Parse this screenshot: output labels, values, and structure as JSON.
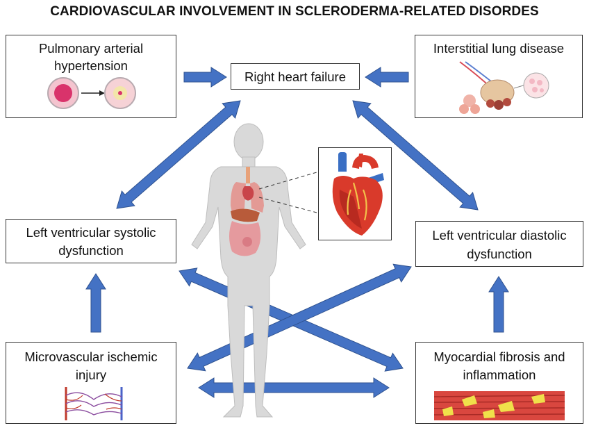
{
  "title": "CARDIOVASCULAR INVOLVEMENT IN SCLERODERMA-RELATED DISORDES",
  "nodes": {
    "pah": {
      "line1": "Pulmonary arterial",
      "line2": "hypertension"
    },
    "ild": {
      "line1": "Interstitial lung disease"
    },
    "rhf": {
      "line1": "Right heart failure"
    },
    "lvs": {
      "line1": "Left ventricular systolic",
      "line2": "dysfunction"
    },
    "lvd": {
      "line1": "Left ventricular diastolic",
      "line2": "dysfunction"
    },
    "mvi": {
      "line1": "Microvascular ischemic",
      "line2": "injury"
    },
    "mfi": {
      "line1": "Myocardial fibrosis and",
      "line2": "inflammation"
    }
  },
  "colors": {
    "arrow_fill": "#4472c4",
    "arrow_stroke": "#2f528f",
    "body_fill": "#d9d9d9",
    "heart_red": "#d93a2b",
    "vessel_blue": "#3a6fc4"
  },
  "icons": {
    "pah": "vessel-cross-section-icon",
    "ild": "lung-alveoli-icon",
    "body": "human-body-illustration",
    "heart": "heart-illustration",
    "mvi": "capillary-network-icon",
    "mfi": "muscle-fibers-icon"
  }
}
